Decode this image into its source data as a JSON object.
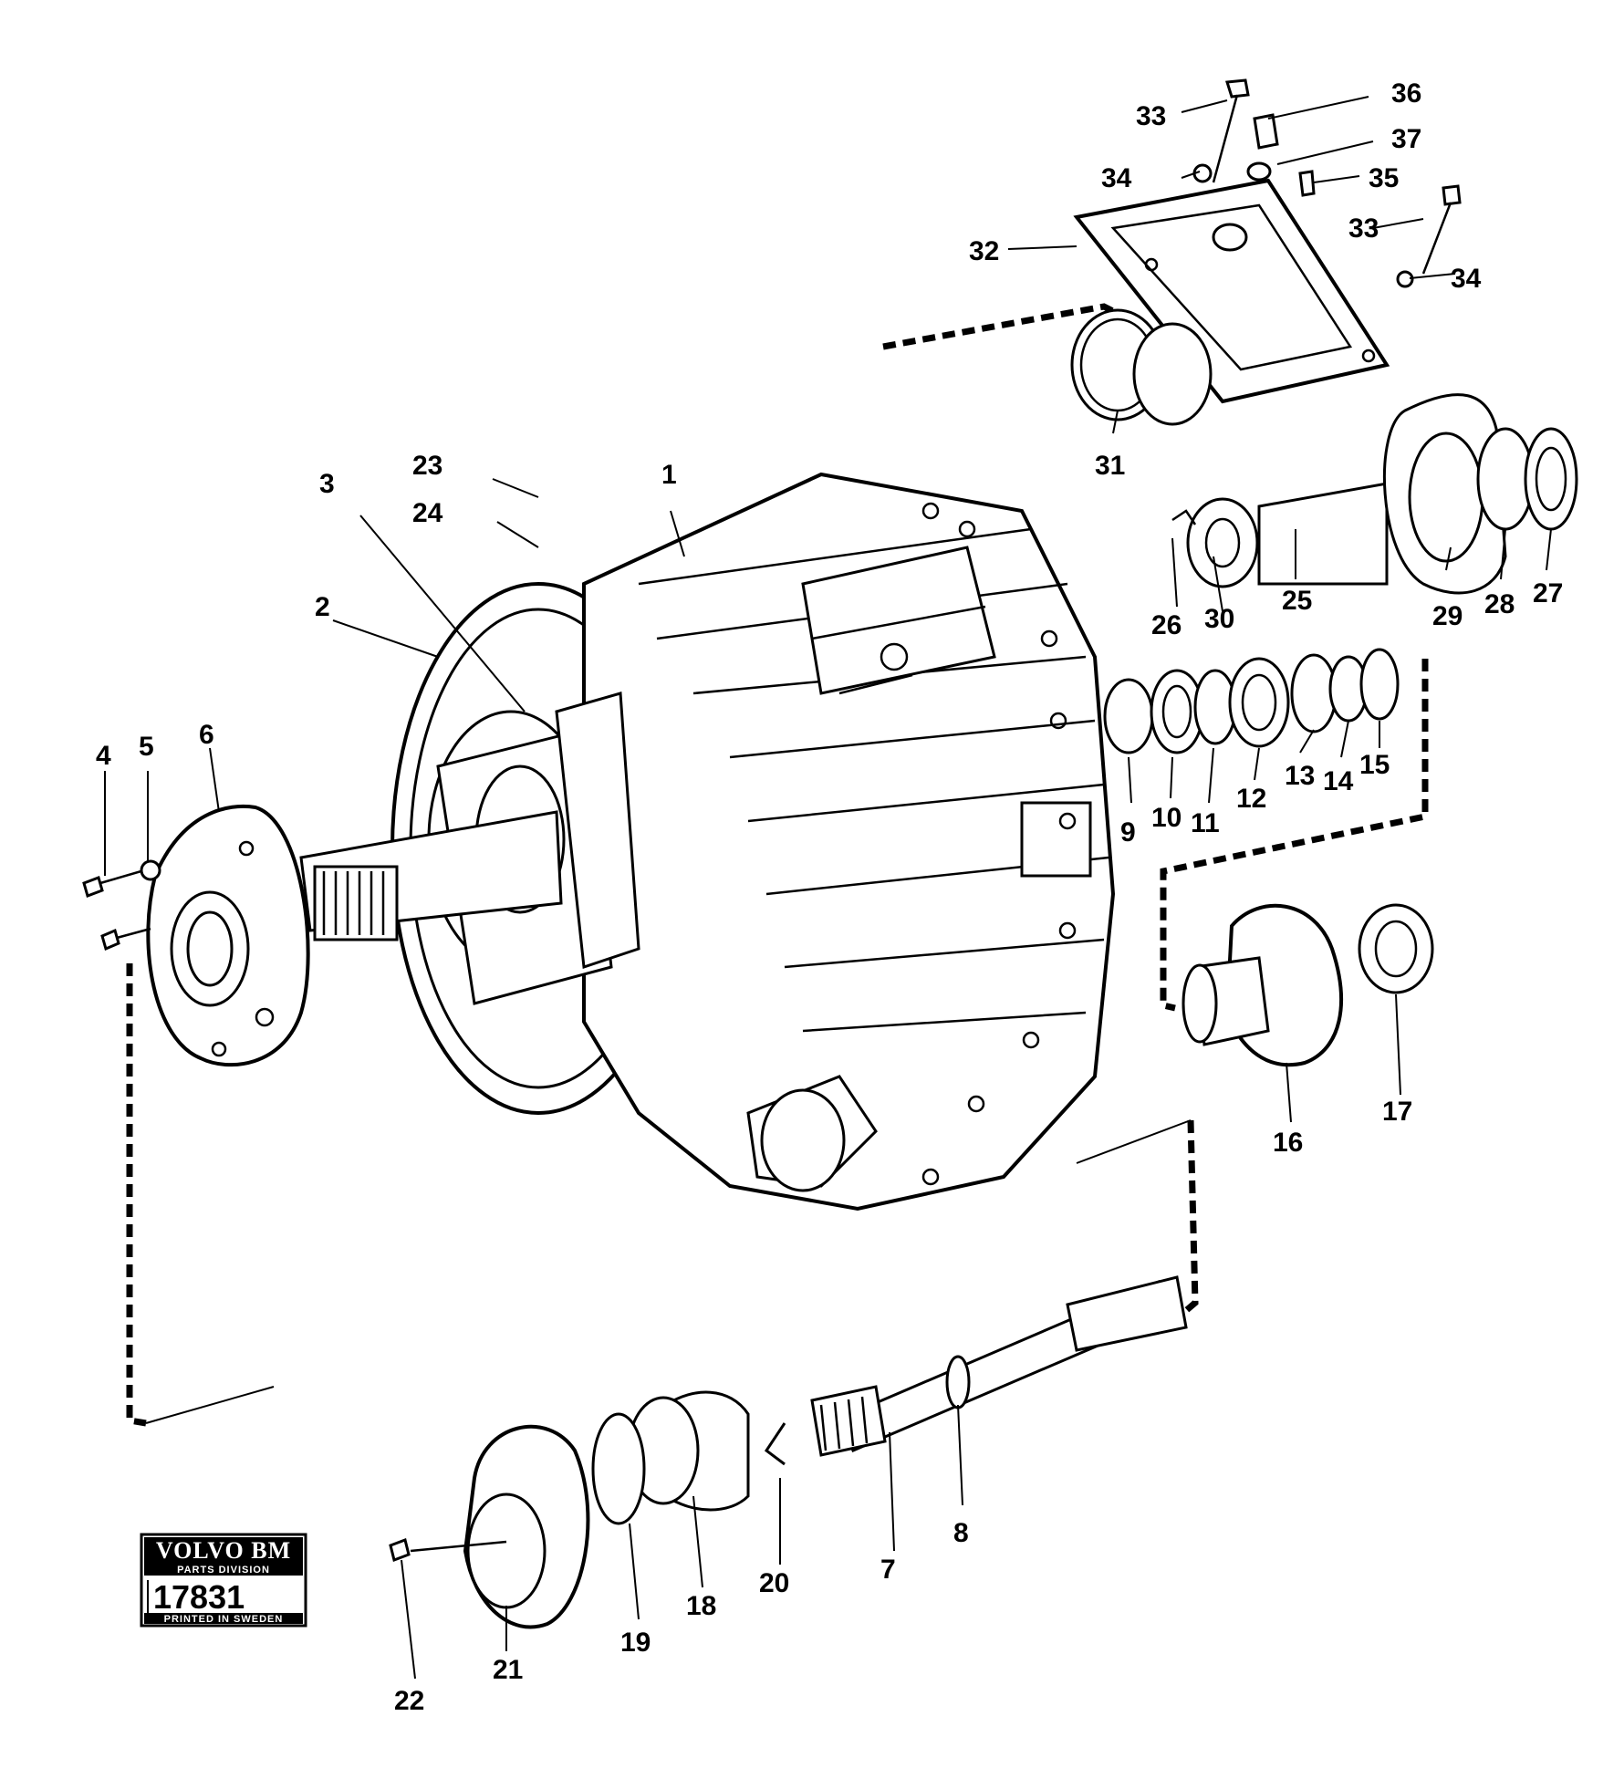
{
  "labels": {
    "l1": "1",
    "l2": "2",
    "l3": "3",
    "l4": "4",
    "l5": "5",
    "l6": "6",
    "l7": "7",
    "l8": "8",
    "l9": "9",
    "l10": "10",
    "l11": "11",
    "l12": "12",
    "l13": "13",
    "l14": "14",
    "l15": "15",
    "l16": "16",
    "l17": "17",
    "l18": "18",
    "l19": "19",
    "l20": "20",
    "l21": "21",
    "l22": "22",
    "l23": "23",
    "l24": "24",
    "l25": "25",
    "l26": "26",
    "l27": "27",
    "l28": "28",
    "l29": "29",
    "l30": "30",
    "l31": "31",
    "l32": "32",
    "l33a": "33",
    "l33b": "33",
    "l34a": "34",
    "l34b": "34",
    "l35": "35",
    "l36": "36",
    "l37": "37"
  },
  "stamp": {
    "brand": "VOLVO BM",
    "division": "PARTS DIVISION",
    "number": "17831",
    "printed": "PRINTED IN SWEDEN"
  },
  "colors": {
    "ink": "#000000",
    "paper": "#ffffff"
  }
}
